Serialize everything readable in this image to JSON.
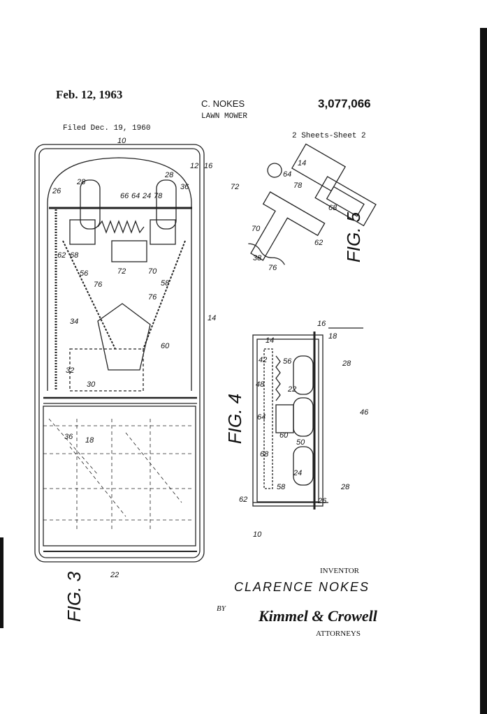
{
  "header": {
    "date": "Feb. 12, 1963",
    "inventor": "C. NOKES",
    "title": "LAWN MOWER",
    "patent_number": "3,077,066",
    "filed": "Filed Dec. 19, 1960",
    "sheets": "2 Sheets-Sheet 2"
  },
  "figures": {
    "fig3": "FIG. 3",
    "fig4": "FIG. 4",
    "fig5": "FIG. 5"
  },
  "reference_numerals": {
    "fig3": [
      "10",
      "12",
      "16",
      "28",
      "26",
      "66",
      "64",
      "24",
      "78",
      "28",
      "36",
      "62",
      "68",
      "56",
      "76",
      "72",
      "70",
      "58",
      "76",
      "34",
      "14",
      "60",
      "32",
      "30",
      "36",
      "18",
      "22"
    ],
    "fig5": [
      "72",
      "64",
      "78",
      "14",
      "68",
      "70",
      "62",
      "76",
      "38"
    ],
    "fig4": [
      "16",
      "18",
      "14",
      "42",
      "56",
      "28",
      "48",
      "22",
      "64",
      "68",
      "50",
      "60",
      "46",
      "24",
      "58",
      "28",
      "26",
      "62",
      "10"
    ]
  },
  "signature": {
    "inventor_label": "INVENTOR",
    "inventor_name": "CLARENCE NOKES",
    "by": "BY",
    "attorneys_signature": "Kimmel & Crowell",
    "attorneys_label": "ATTORNEYS"
  }
}
